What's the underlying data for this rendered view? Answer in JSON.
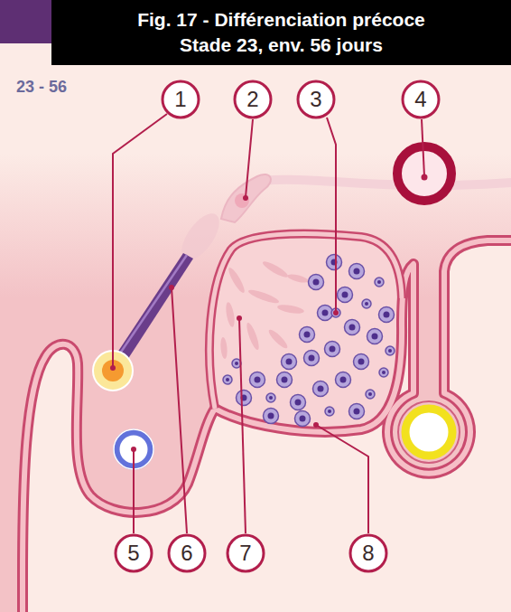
{
  "diagram": {
    "title": "Fig. 17 - Différenciation précoce Stade 23, env. 56 jours",
    "nodes": [
      {
        "text": [
          "1"
        ]
      },
      {
        "text": [
          "2"
        ]
      },
      {
        "text": [
          "3"
        ]
      },
      {
        "text": [
          "4"
        ]
      },
      {
        "text": [
          "5"
        ]
      },
      {
        "text": [
          "6"
        ]
      },
      {
        "text": [
          "7"
        ]
      },
      {
        "text": [
          "8"
        ]
      }
    ],
    "labels": [
      "23 - 56"
    ]
  }
}
